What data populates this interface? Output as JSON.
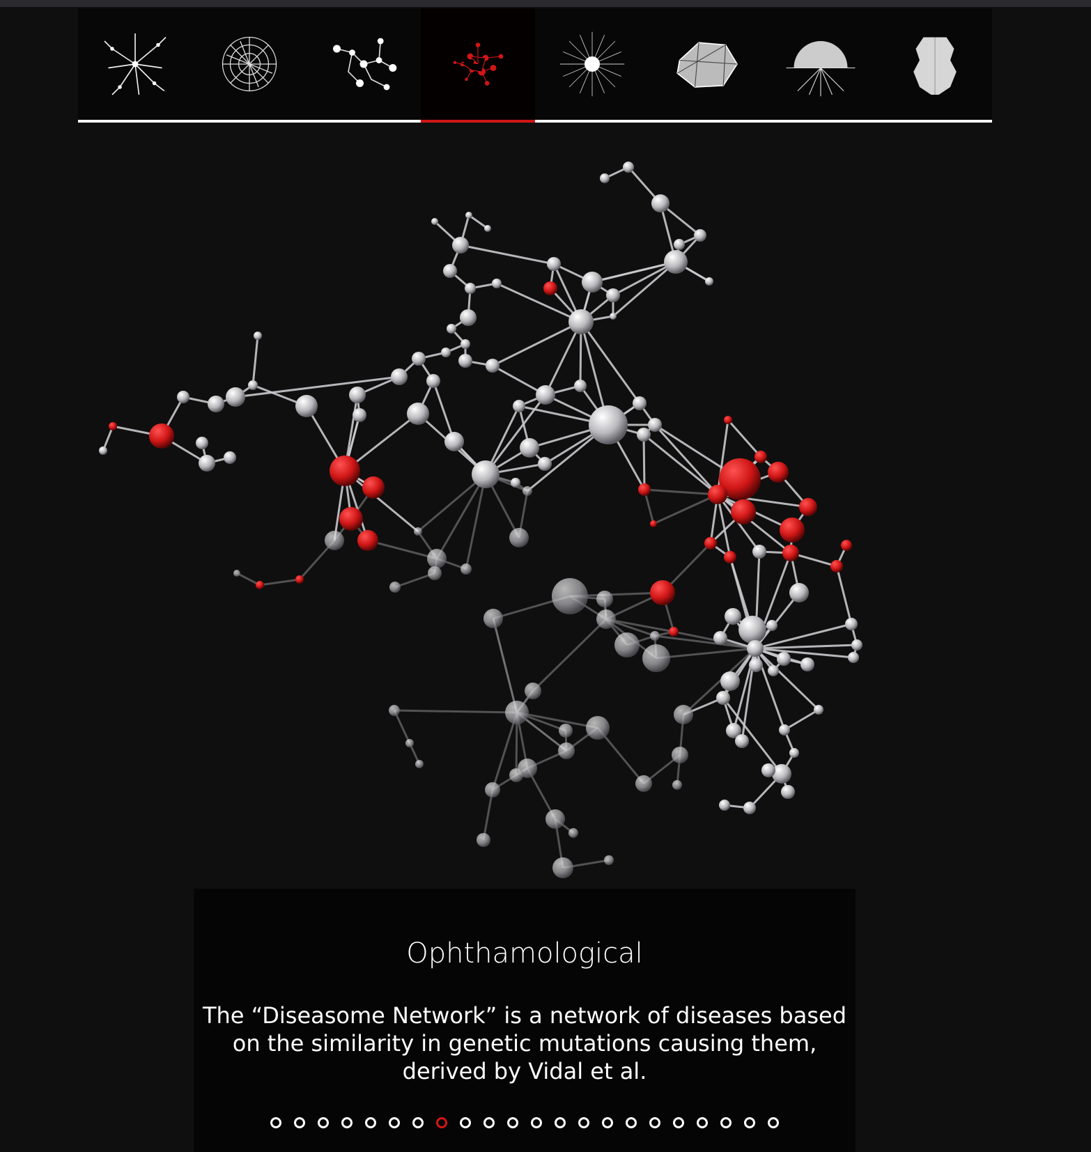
{
  "thumbnails": [
    {
      "name": "network-thumb-1",
      "active": false
    },
    {
      "name": "network-thumb-2",
      "active": false
    },
    {
      "name": "network-thumb-3",
      "active": false
    },
    {
      "name": "network-thumb-4",
      "active": true
    },
    {
      "name": "network-thumb-5",
      "active": false
    },
    {
      "name": "network-thumb-6",
      "active": false
    },
    {
      "name": "network-thumb-7",
      "active": false
    },
    {
      "name": "network-thumb-8",
      "active": false
    }
  ],
  "info": {
    "title": "Ophthamological",
    "description": "The “Diseasome Network” is a network of diseases based on the similarity in genetic mutations causing them, derived by Vidal et al."
  },
  "pagination": {
    "total": 22,
    "active_index": 7
  },
  "colors": {
    "background": "#0f0f0f",
    "highlight": "#d01616",
    "node": "#c8c8c8"
  }
}
